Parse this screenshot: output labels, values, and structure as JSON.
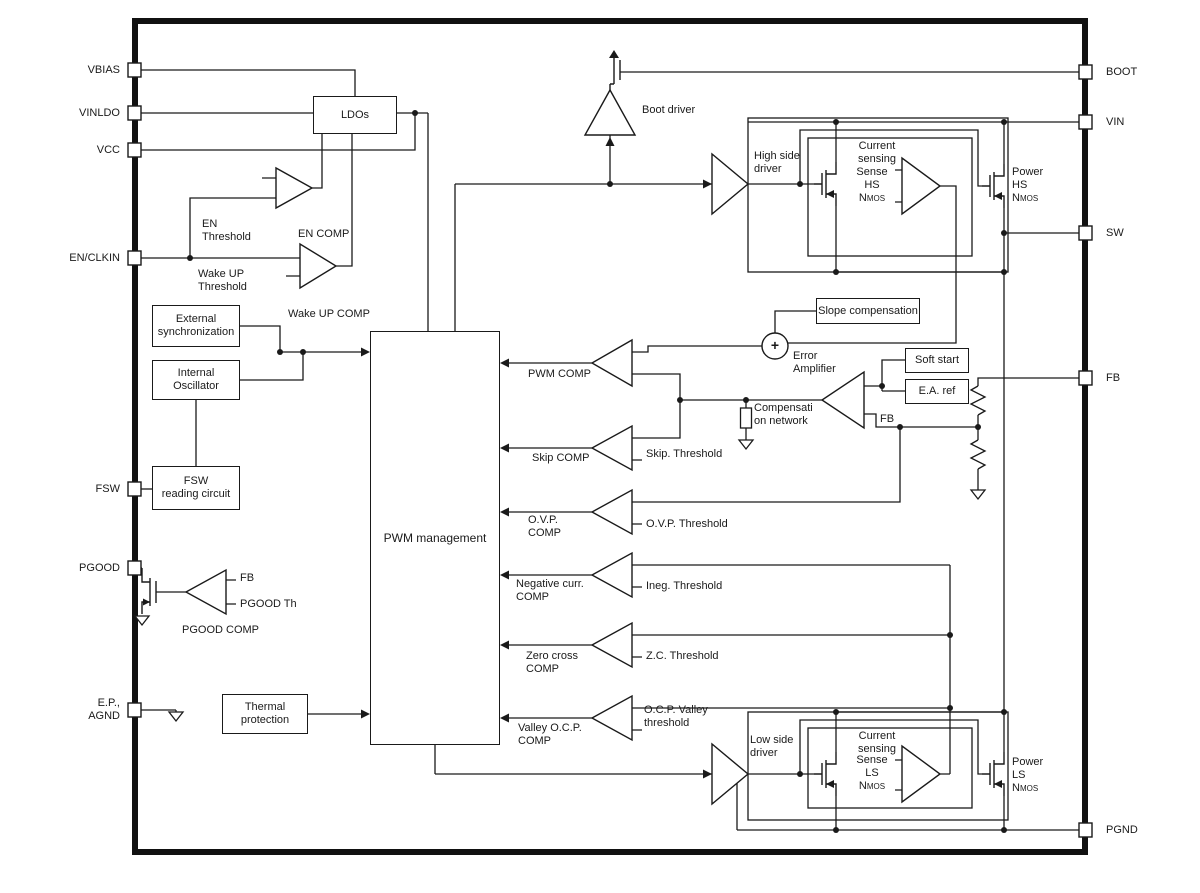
{
  "colors": {
    "ink": "#1a1a1a",
    "paper": "#ffffff"
  },
  "pins": {
    "left": [
      {
        "id": "vbias",
        "label": "VBIAS"
      },
      {
        "id": "vinldo",
        "label": "VINLDO"
      },
      {
        "id": "vcc",
        "label": "VCC"
      },
      {
        "id": "en_clkin",
        "label": "EN/CLKIN"
      },
      {
        "id": "fsw",
        "label": "FSW"
      },
      {
        "id": "pgood",
        "label": "PGOOD"
      },
      {
        "id": "ep_agnd",
        "label": "E.P.,",
        "label2": "AGND"
      }
    ],
    "right": [
      {
        "id": "boot",
        "label": "BOOT"
      },
      {
        "id": "vin",
        "label": "VIN"
      },
      {
        "id": "sw",
        "label": "SW"
      },
      {
        "id": "fb",
        "label": "FB"
      },
      {
        "id": "pgnd",
        "label": "PGND"
      }
    ]
  },
  "blocks": {
    "ldos": "LDOs",
    "external_sync": {
      "line1": "External",
      "line2": "synchronization"
    },
    "internal_osc": {
      "line1": "Internal",
      "line2": "Oscillator"
    },
    "fsw_reading": {
      "line1": "FSW",
      "line2": "reading circuit"
    },
    "pwm_management": "PWM management",
    "slope_compensation": "Slope compensation",
    "soft_start": "Soft start",
    "ea_ref": "E.A. ref",
    "thermal_protection": {
      "line1": "Thermal",
      "line2": "protection"
    }
  },
  "drivers": {
    "boot": "Boot driver",
    "high_side": {
      "line1": "High side",
      "line2": "driver"
    },
    "low_side": {
      "line1": "Low side",
      "line2": "driver"
    }
  },
  "comparators": {
    "en": {
      "label": "EN COMP",
      "threshold_line1": "EN",
      "threshold_line2": "Threshold"
    },
    "wake_up": {
      "label": "Wake UP COMP",
      "threshold_line1": "Wake UP",
      "threshold_line2": "Threshold"
    },
    "pwm": {
      "label": "PWM COMP"
    },
    "skip": {
      "label": "Skip COMP",
      "threshold": "Skip. Threshold"
    },
    "ovp": {
      "label_line1": "O.V.P.",
      "label_line2": "COMP",
      "threshold": "O.V.P. Threshold"
    },
    "negative_current": {
      "label_line1": "Negative curr.",
      "label_line2": "COMP",
      "threshold": "Ineg. Threshold"
    },
    "zero_cross": {
      "label_line1": "Zero cross",
      "label_line2": "COMP",
      "threshold": "Z.C. Threshold"
    },
    "valley_ocp": {
      "label_line1": "Valley O.C.P.",
      "label_line2": "COMP",
      "threshold_line1": "O.C.P. Valley",
      "threshold_line2": "threshold"
    },
    "pgood": {
      "label": "PGOOD COMP",
      "input_fb": "FB",
      "threshold": "PGOOD Th"
    }
  },
  "error_amplifier": {
    "line1": "Error",
    "line2": "Amplifier",
    "input_fb": "FB",
    "summing_plus": "+"
  },
  "compensation_network": {
    "line1": "Compensati",
    "line2": "on network"
  },
  "power_stage": {
    "high_side": {
      "current_sensing_line1": "Current",
      "current_sensing_line2": "sensing",
      "sense_line1": "Sense",
      "sense_line2": "HS",
      "sense_line3": "Nmos",
      "power_line1": "Power",
      "power_line2": "HS",
      "power_line3": "Nmos"
    },
    "low_side": {
      "current_sensing_line1": "Current",
      "current_sensing_line2": "sensing",
      "sense_line1": "Sense",
      "sense_line2": "LS",
      "sense_line3": "Nmos",
      "power_line1": "Power",
      "power_line2": "LS",
      "power_line3": "Nmos"
    }
  }
}
